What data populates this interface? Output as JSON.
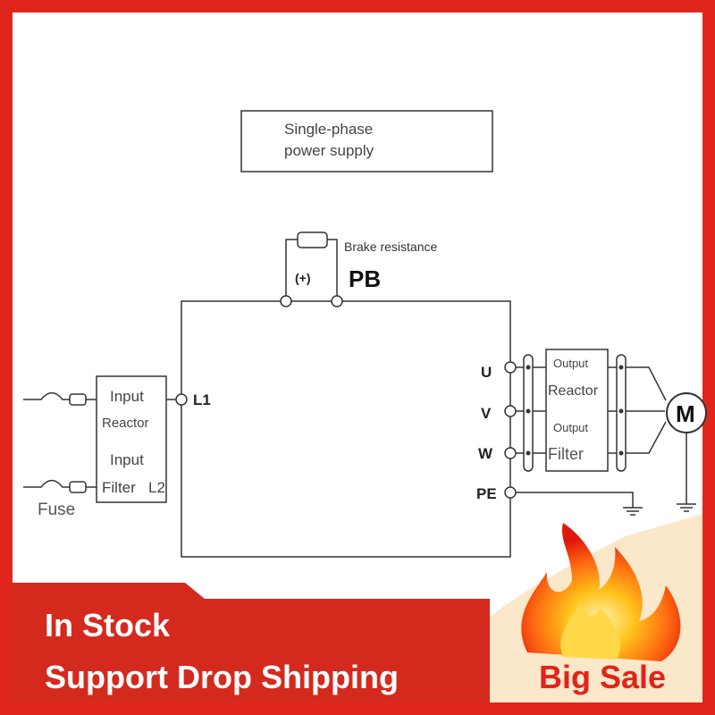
{
  "diagram": {
    "power_supply_label_line1": "Single-phase",
    "power_supply_label_line2": "power supply",
    "brake_label": "Brake resistance",
    "plus_label": "(+)",
    "pb_label": "PB",
    "l1_label": "L1",
    "l2_label": "L2",
    "input_reactor_line1": "Input",
    "input_reactor_line2": "Reactor",
    "input_filter_line1": "Input",
    "input_filter_line2": "Filter",
    "fuse_label": "Fuse",
    "u_label": "U",
    "v_label": "V",
    "w_label": "W",
    "pe_label": "PE",
    "output_reactor_line1": "Output",
    "output_reactor_line2": "Reactor",
    "output_filter_line1": "Output",
    "output_filter_line2": "Filter",
    "motor_label": "M"
  },
  "banner": {
    "in_stock": "In Stock",
    "drop_shipping": "Support Drop Shipping",
    "big_sale": "Big Sale"
  },
  "colors": {
    "frame_red": "#e0261c",
    "banner_red": "#d42a1e",
    "cream": "#fbe7c9",
    "sale_red": "#e0241a"
  }
}
